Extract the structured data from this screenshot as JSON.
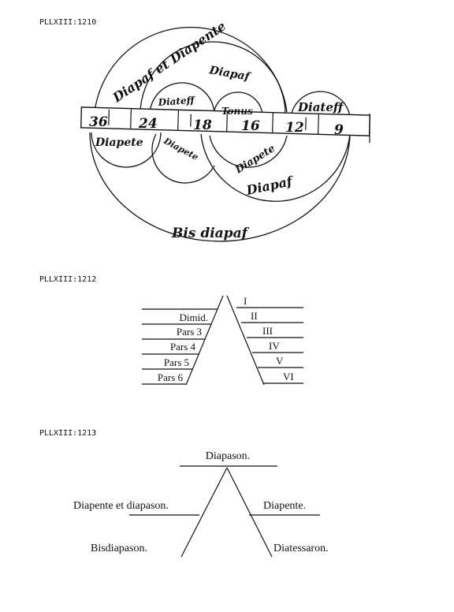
{
  "figures": [
    {
      "label": "PLLXIII:1210",
      "table_numbers": [
        "36",
        "24",
        "18",
        "16",
        "12",
        "9"
      ],
      "arcs": {
        "diapaf_et_diapente": "Diapaf et Diapente",
        "diapaf_upper": "Diapaf",
        "diatess_left": "Diateff",
        "tonus": "Tonus",
        "diatess_right": "Diateff",
        "diapente_left": "Diapete",
        "diapente_middle": "Diapete",
        "diapente_right": "Diapete",
        "diapaf_lower": "Diapaf",
        "bis_diapaf": "Bis diapaf"
      }
    },
    {
      "label": "PLLXIII:1212",
      "left_labels": [
        "Dimid.",
        "Pars 3",
        "Pars 4",
        "Pars 5",
        "Pars 6"
      ],
      "right_labels": [
        "I",
        "II",
        "III",
        "IV",
        "V",
        "VI"
      ]
    },
    {
      "label": "PLLXIII:1213",
      "top": "Diapason.",
      "mid_left": "Diapente et diapason.",
      "mid_right": "Diapente.",
      "bottom_left": "Bisdiapason.",
      "bottom_right": "Diatessaron."
    }
  ],
  "colors": {
    "ink": "#111111",
    "paper": "#ffffff"
  }
}
